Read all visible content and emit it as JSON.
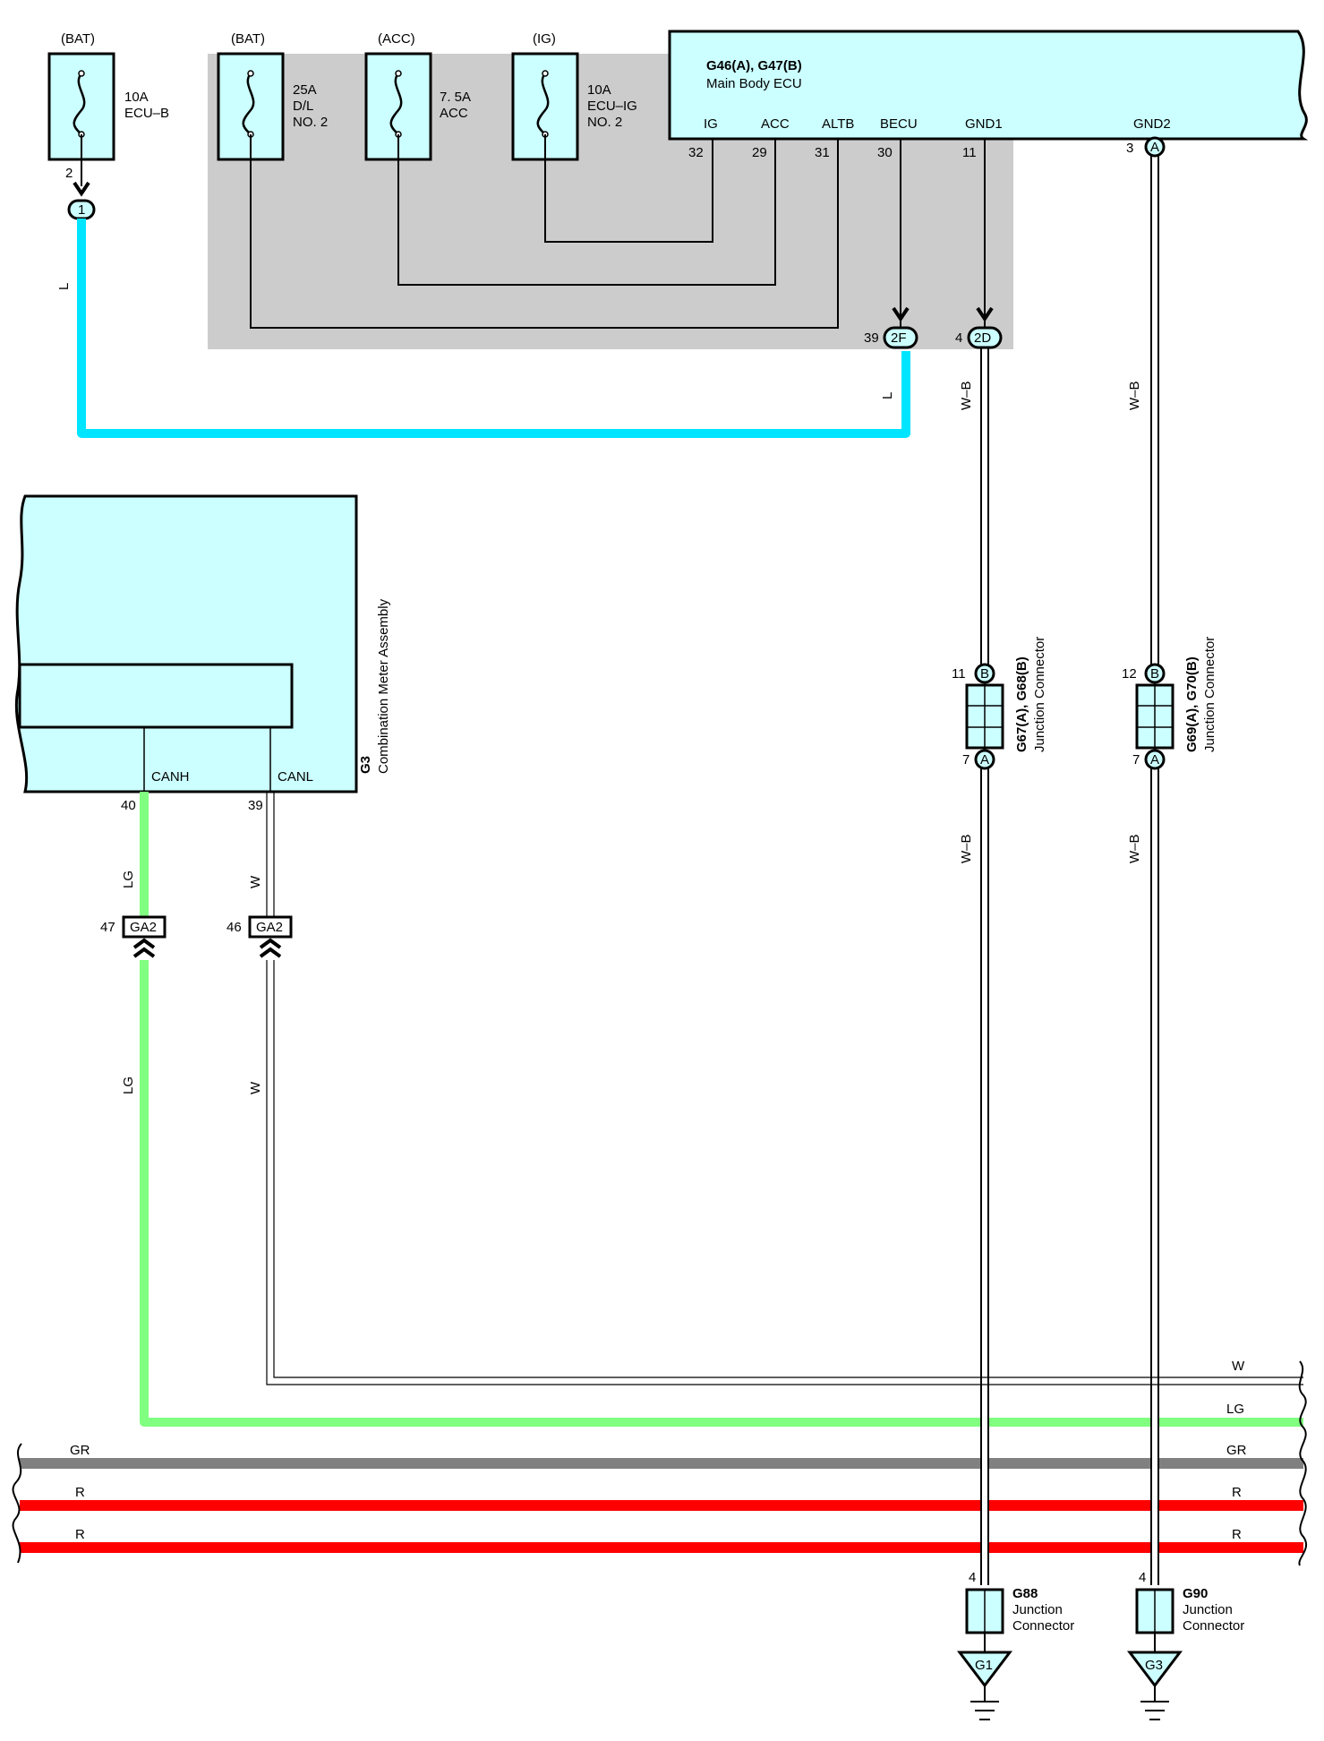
{
  "fuses": {
    "ecu_b": {
      "source": "(BAT)",
      "line1": "10A",
      "line2": "ECU–B",
      "line3": ""
    },
    "dl2": {
      "source": "(BAT)",
      "line1": "25A",
      "line2": "D/L",
      "line3": "NO. 2"
    },
    "acc": {
      "source": "(ACC)",
      "line1": "7. 5A",
      "line2": "ACC",
      "line3": ""
    },
    "ecu_ig2": {
      "source": "(IG)",
      "line1": "10A",
      "line2": "ECU–IG",
      "line3": "NO. 2"
    }
  },
  "ecu": {
    "title": "G46(A), G47(B)",
    "subtitle": "Main Body ECU",
    "terminals": [
      {
        "name": "IG",
        "pin": "32"
      },
      {
        "name": "ACC",
        "pin": "29"
      },
      {
        "name": "ALTB",
        "pin": "31"
      },
      {
        "name": "BECU",
        "pin": "30"
      },
      {
        "name": "GND1",
        "pin": "11"
      },
      {
        "name": "GND2",
        "pin": "3",
        "connector": "A"
      }
    ]
  },
  "fuse_pin": {
    "pin": "2",
    "connector": "1"
  },
  "connectors": {
    "c2f": {
      "pin": "39",
      "label": "2F"
    },
    "c2d": {
      "pin": "4",
      "label": "2D"
    },
    "ga2_a": {
      "pin": "47",
      "label": "GA2"
    },
    "ga2_b": {
      "pin": "46",
      "label": "GA2"
    }
  },
  "meter": {
    "title": "G3",
    "subtitle": "Combination Meter Assembly",
    "terminals": [
      {
        "name": "CANH",
        "pin": "40"
      },
      {
        "name": "CANL",
        "pin": "39"
      }
    ]
  },
  "junctions": {
    "j1": {
      "title": "G67(A), G68(B)",
      "subtitle": "Junction Connector",
      "pin_top": "11",
      "conn_top": "B",
      "pin_bot": "7",
      "conn_bot": "A"
    },
    "j2": {
      "title": "G69(A), G70(B)",
      "subtitle": "Junction Connector",
      "pin_top": "12",
      "conn_top": "B",
      "pin_bot": "7",
      "conn_bot": "A"
    }
  },
  "bottom_junctions": {
    "g88": {
      "title": "G88",
      "line1": "Junction",
      "line2": "Connector",
      "pin": "4",
      "ground": "G1"
    },
    "g90": {
      "title": "G90",
      "line1": "Junction",
      "line2": "Connector",
      "pin": "4",
      "ground": "G3"
    }
  },
  "wire_colors": {
    "l_fuse": "L",
    "l_2f": "L",
    "wb_1": "W–B",
    "wb_2": "W–B",
    "wb_3": "W–B",
    "wb_4": "W–B",
    "lg_1": "LG",
    "lg_2": "LG",
    "w_1": "W",
    "w_2": "W"
  },
  "buses": [
    {
      "name": "W",
      "left": "",
      "right": "W",
      "color": "#ffffff"
    },
    {
      "name": "LG",
      "left": "",
      "right": "LG",
      "color": "#80ff80"
    },
    {
      "name": "GR",
      "left": "GR",
      "right": "GR",
      "color": "#808080"
    },
    {
      "name": "R1",
      "left": "R",
      "right": "R",
      "color": "#ff0000"
    },
    {
      "name": "R2",
      "left": "R",
      "right": "R",
      "color": "#ff0000"
    }
  ],
  "colors": {
    "component_fill": "#ccffff",
    "shade": "#cccccc",
    "wire_l": "#00e5ff",
    "wire_lg": "#80ff80",
    "wire_gr": "#808080",
    "wire_r": "#ff0000"
  }
}
